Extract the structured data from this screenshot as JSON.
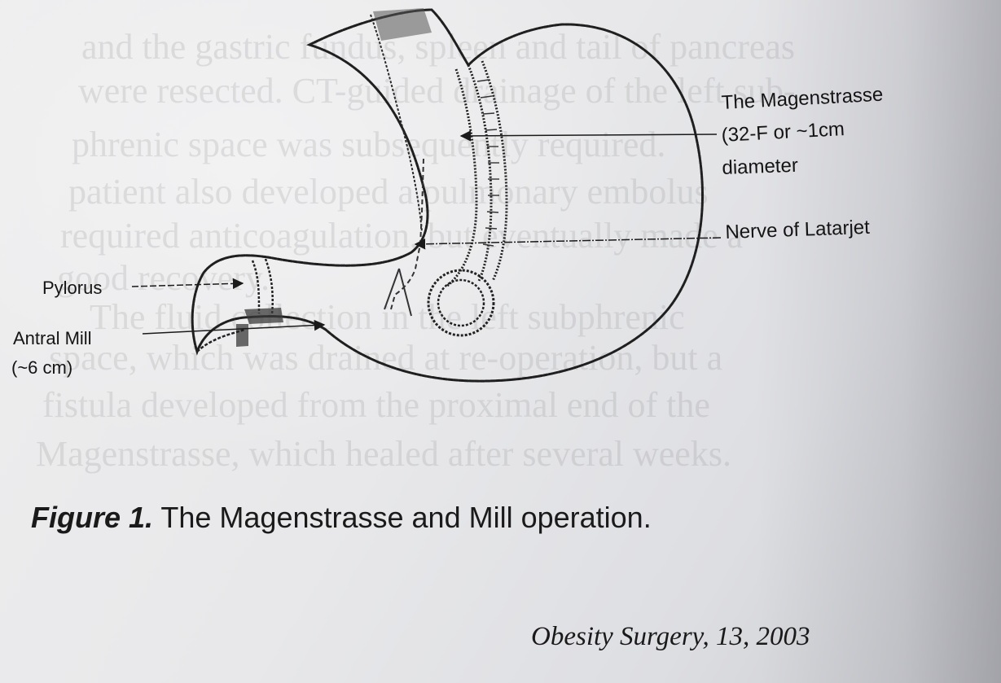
{
  "labels": {
    "magenstrasse_line1": "The Magenstrasse",
    "magenstrasse_line2": "(32-F or ~1cm",
    "magenstrasse_line3": "diameter",
    "nerve": "Nerve of Latarjet",
    "pylorus": "Pylorus",
    "antral_mill_line1": "Antral Mill",
    "antral_mill_line2": "(~6 cm)"
  },
  "caption": {
    "prefix": "Figure 1.",
    "text": "The Magenstrasse and Mill operation."
  },
  "citation": "Obesity Surgery, 13, 2003",
  "bleed_through": [
    "and the gastric fundus, spleen and tail of pancreas",
    "were resected. CT-guided drainage of the left sub-",
    "phrenic space was subsequently required.",
    "patient also developed a pulmonary embolus",
    "required anticoagulation, but eventually made a",
    "good recovery.",
    "The fluid collection in the left subphrenic",
    "space, which was drained at re-operation, but a",
    "fistula developed from the proximal end of the",
    "Magenstrasse, which healed after several weeks."
  ],
  "colors": {
    "ink": "#141414",
    "paper": "#ececee"
  }
}
